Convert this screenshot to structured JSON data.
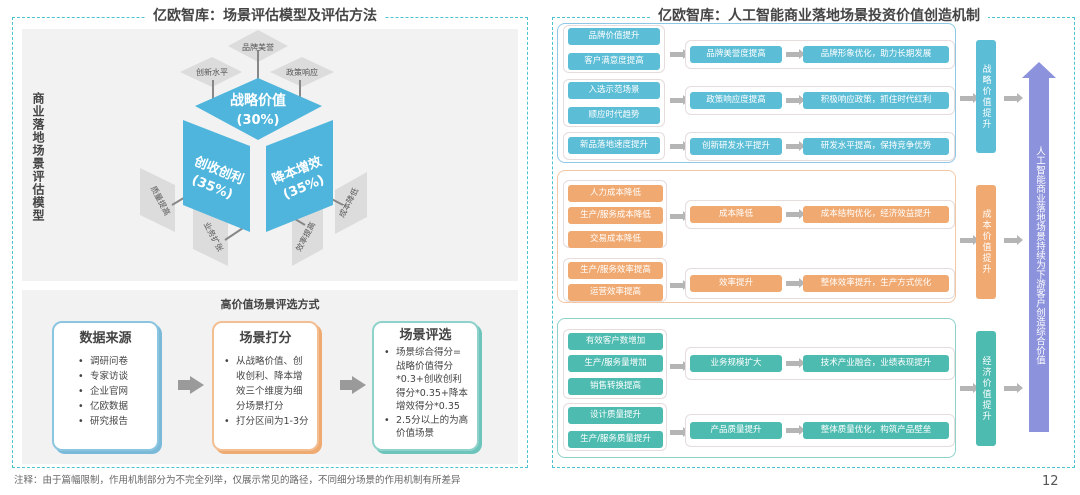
{
  "left": {
    "title": "亿欧智库：场景评估模型及评估方法",
    "model_label": "商业落地场景评估模型",
    "cube": {
      "top": {
        "name": "战略价值",
        "pct": "(30%)"
      },
      "left": {
        "name": "创收创利",
        "pct": "(35%)"
      },
      "right": {
        "name": "降本增效",
        "pct": "(35%)"
      },
      "factors": {
        "top_center": "品牌美誉",
        "top_left": "创新水平",
        "top_right": "政策响应",
        "left_outer": "质量提高",
        "left_inner": "业务扩张",
        "right_inner": "效率提高",
        "right_outer": "成本降低"
      }
    },
    "method": {
      "title": "高价值场景评选方式",
      "cards": [
        {
          "title": "数据来源",
          "items": [
            "调研问卷",
            "专家访谈",
            "企业官网",
            "亿欧数据",
            "研究报告"
          ]
        },
        {
          "title": "场景打分",
          "items": [
            "从战略价值、创收创利、降本增效三个维度为细分场景打分",
            "打分区间为1-3分"
          ]
        },
        {
          "title": "场景评选",
          "items": [
            "场景综合得分=战略价值得分*0.3+创收创利得分*0.35+降本增效得分*0.35",
            "2.5分以上的为高价值场景"
          ]
        }
      ]
    },
    "footnote": "注释：由于篇幅限制，作用机制部分为不完全列举，仅展示常见的路径，不同细分场景的作用机制有所差异"
  },
  "right": {
    "title": "亿欧智库：人工智能商业落地场景投资价值创造机制",
    "groups": [
      {
        "side": "战略价值提升",
        "rows": [
          {
            "inputs": [
              "品牌价值提升",
              "客户满意度提高"
            ],
            "mid": "品牌美誉度提高",
            "out": "品牌形象优化，助力长期发展"
          },
          {
            "inputs": [
              "入选示范场景",
              "顺应时代趋势"
            ],
            "mid": "政策响应度提高",
            "out": "积极响应政策，抓住时代红利"
          },
          {
            "inputs": [
              "新品落地速度提升"
            ],
            "mid": "创新研发水平提升",
            "out": "研发水平提高，保持竞争优势"
          }
        ]
      },
      {
        "side": "成本价值提升",
        "rows": [
          {
            "inputs": [
              "人力成本降低",
              "生产/服务成本降低",
              "交易成本降低"
            ],
            "mid": "成本降低",
            "out": "成本结构优化，经济效益提升"
          },
          {
            "inputs": [
              "生产/服务效率提高",
              "运营效率提高"
            ],
            "mid": "效率提升",
            "out": "整体效率提升，生产方式优化"
          }
        ]
      },
      {
        "side": "经济价值提升",
        "rows": [
          {
            "inputs": [
              "有效客户数增加",
              "生产/服务量增加",
              "销售转换提高"
            ],
            "mid": "业务规模扩大",
            "out": "技术产业融合，业绩表现提升"
          },
          {
            "inputs": [
              "设计质量提升",
              "生产/服务质量提升"
            ],
            "mid": "产品质量提升",
            "out": "整体质量优化，构筑产品壁垒"
          }
        ]
      }
    ],
    "final": "人工智能商业落地场景持续为下游客户创造综合价值"
  },
  "page_number": "12",
  "colors": {
    "blue": "#5bbdd6",
    "orange": "#f0a970",
    "teal": "#4dbbb0",
    "purple": "#8c92dc",
    "dash": "#4cc3cf"
  }
}
